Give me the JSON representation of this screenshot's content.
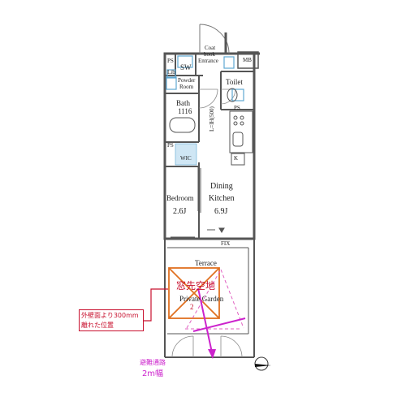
{
  "labels": {
    "ps_top": "PS",
    "sw": "SW",
    "lib": "Lib",
    "coat": "Coat",
    "hook": "hook",
    "entrance": "Entrance",
    "mb": "MB",
    "powder": "Powder",
    "room": "Room",
    "toilet": "Toilet",
    "ps_toilet": "PS",
    "bath": "Bath",
    "bath_size": "1116",
    "refrig": "L=IH(500)",
    "k": "K",
    "ps_wic": "PS",
    "wic": "WIC",
    "dining": "Dining",
    "kitchen": "Kitchen",
    "dk_size": "6.9J",
    "bedroom": "Bedroom",
    "bed_size": "2.6J",
    "fix": "FIX",
    "terrace": "Terrace",
    "window_area": "窓先空地",
    "garden": "Private Garden",
    "garden_num": "2"
  },
  "annotations": {
    "callout_line1": "外壁面より300mm",
    "callout_line2": "離れた位置",
    "evac_line1": "避難通路",
    "evac_line2": "2m幅"
  },
  "colors": {
    "wall": "#555555",
    "fixture_blue": "#5fa8d3",
    "red": "#c8102e",
    "orange": "#e07020",
    "magenta": "#cc22cc",
    "pink_dash": "#e060c0"
  },
  "icons": [
    "north-arrow-icon",
    "dimension-arrow-icon",
    "evac-arrow-icon"
  ]
}
